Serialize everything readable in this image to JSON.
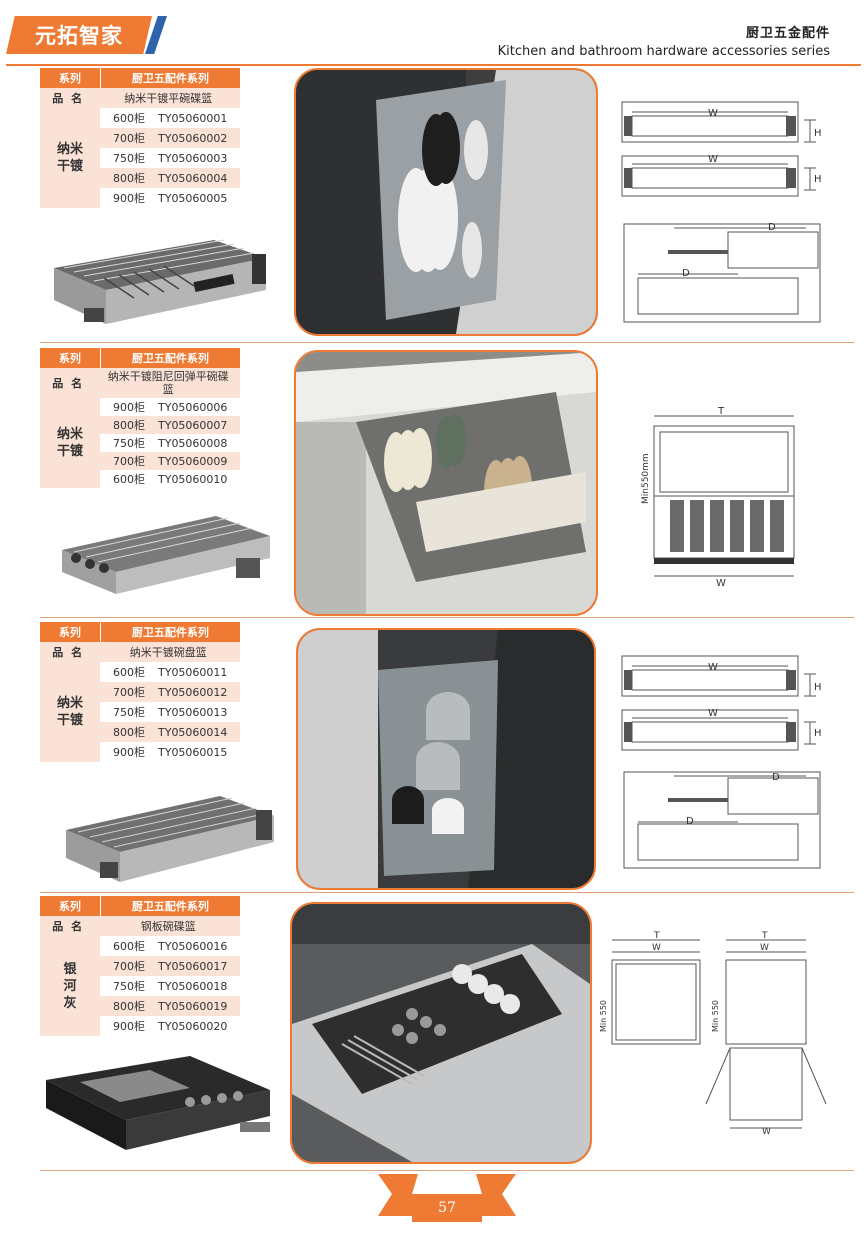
{
  "header": {
    "logo_text": "元拓智家",
    "title_cn": "厨卫五金配件",
    "title_en": "Kitchen and bathroom hardware accessories series"
  },
  "labels": {
    "series": "系列",
    "series_value": "厨卫五配件系列",
    "name": "品 名"
  },
  "sections": [
    {
      "product_name": "纳米干镀平碗碟篮",
      "material": [
        "纳米",
        "干镀"
      ],
      "items": [
        {
          "cabinet": "600柜",
          "code": "TY05060001"
        },
        {
          "cabinet": "700柜",
          "code": "TY05060002"
        },
        {
          "cabinet": "750柜",
          "code": "TY05060003"
        },
        {
          "cabinet": "800柜",
          "code": "TY05060004"
        },
        {
          "cabinet": "900柜",
          "code": "TY05060005"
        }
      ]
    },
    {
      "product_name": "纳米干镀阻尼回弹平碗碟篮",
      "material": [
        "纳米",
        "干镀"
      ],
      "items": [
        {
          "cabinet": "900柜",
          "code": "TY05060006"
        },
        {
          "cabinet": "800柜",
          "code": "TY05060007"
        },
        {
          "cabinet": "750柜",
          "code": "TY05060008"
        },
        {
          "cabinet": "700柜",
          "code": "TY05060009"
        },
        {
          "cabinet": "600柜",
          "code": "TY05060010"
        }
      ]
    },
    {
      "product_name": "纳米干镀碗盘篮",
      "material": [
        "纳米",
        "干镀"
      ],
      "items": [
        {
          "cabinet": "600柜",
          "code": "TY05060011"
        },
        {
          "cabinet": "700柜",
          "code": "TY05060012"
        },
        {
          "cabinet": "750柜",
          "code": "TY05060013"
        },
        {
          "cabinet": "800柜",
          "code": "TY05060014"
        },
        {
          "cabinet": "900柜",
          "code": "TY05060015"
        }
      ]
    },
    {
      "product_name": "钢板碗碟篮",
      "material": [
        "银",
        "河",
        "灰"
      ],
      "items": [
        {
          "cabinet": "600柜",
          "code": "TY05060016"
        },
        {
          "cabinet": "700柜",
          "code": "TY05060017"
        },
        {
          "cabinet": "750柜",
          "code": "TY05060018"
        },
        {
          "cabinet": "800柜",
          "code": "TY05060019"
        },
        {
          "cabinet": "900柜",
          "code": "TY05060020"
        }
      ]
    }
  ],
  "diagram_labels": {
    "w": "W",
    "h": "H",
    "d": "D",
    "t": "T",
    "min550mm": "Min550mm",
    "min550": "Min 550"
  },
  "page_number": "57",
  "colors": {
    "accent": "#ee7a33",
    "accent_light": "#fbe2d6",
    "stripe_blue": "#2f64ad"
  }
}
